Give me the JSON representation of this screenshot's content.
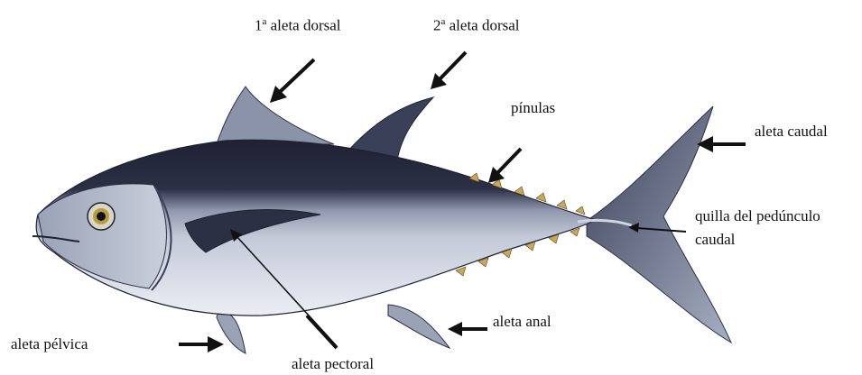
{
  "labels": {
    "first_dorsal_fin_prefix": "1",
    "first_dorsal_fin_sup": "a",
    "first_dorsal_fin_rest": " aleta dorsal",
    "second_dorsal_fin_prefix": "2",
    "second_dorsal_fin_sup": "a",
    "second_dorsal_fin_rest": " aleta dorsal",
    "finlets": "pínulas",
    "caudal_fin": "aleta caudal",
    "caudal_keel_line1": "quilla del pedúnculo",
    "caudal_keel_line2": "caudal",
    "anal_fin": "aleta anal",
    "pelvic_fin": "aleta pélvica",
    "pectoral_fin": "aleta pectoral"
  },
  "colors": {
    "back": "#1f2233",
    "belly": "#e6e8ef",
    "flank": "#b9c0d2",
    "fin": "#8a93a8",
    "finlet": "#c8a95a",
    "arrow": "#111111"
  }
}
